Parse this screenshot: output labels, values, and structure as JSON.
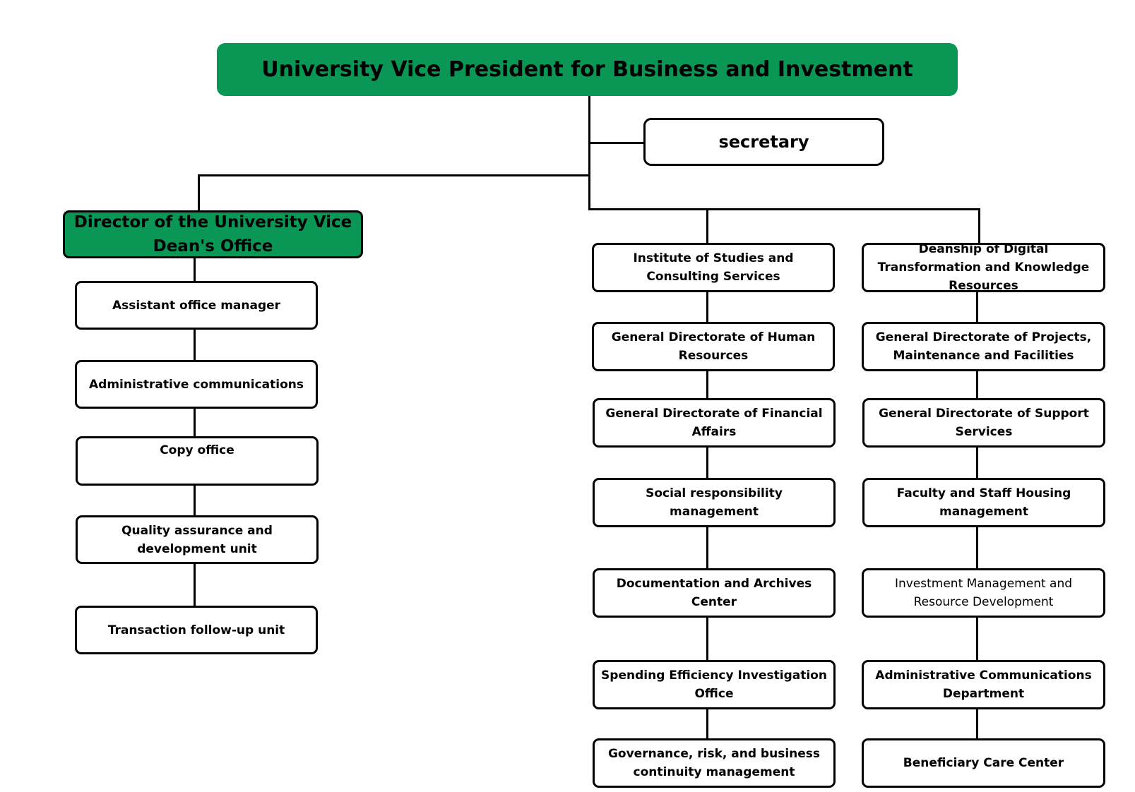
{
  "top": {
    "title": "University Vice President for Business and Investment"
  },
  "secretary": "secretary",
  "director": "Director of the University Vice Dean's Office",
  "left_column": [
    "Assistant office manager",
    "Administrative communications",
    "Copy office",
    "Quality assurance and development unit",
    "Transaction follow-up unit"
  ],
  "middle_column": [
    "Institute of Studies and Consulting Services",
    "General Directorate of Human Resources",
    "General Directorate of Financial Affairs",
    "Social responsibility management",
    "Documentation and Archives Center",
    "Spending Efficiency Investigation Office",
    "Governance, risk, and business continuity management"
  ],
  "right_column": [
    "Deanship of Digital Transformation and Knowledge Resources",
    "General Directorate of Projects, Maintenance and Facilities",
    "General Directorate of Support Services",
    "Faculty and Staff Housing management",
    "Investment Management and Resource Development",
    "Administrative Communications Department",
    "Beneficiary Care Center"
  ],
  "colors": {
    "header_green": "#0a9756",
    "line": "#000000",
    "box_bg": "#ffffff"
  }
}
